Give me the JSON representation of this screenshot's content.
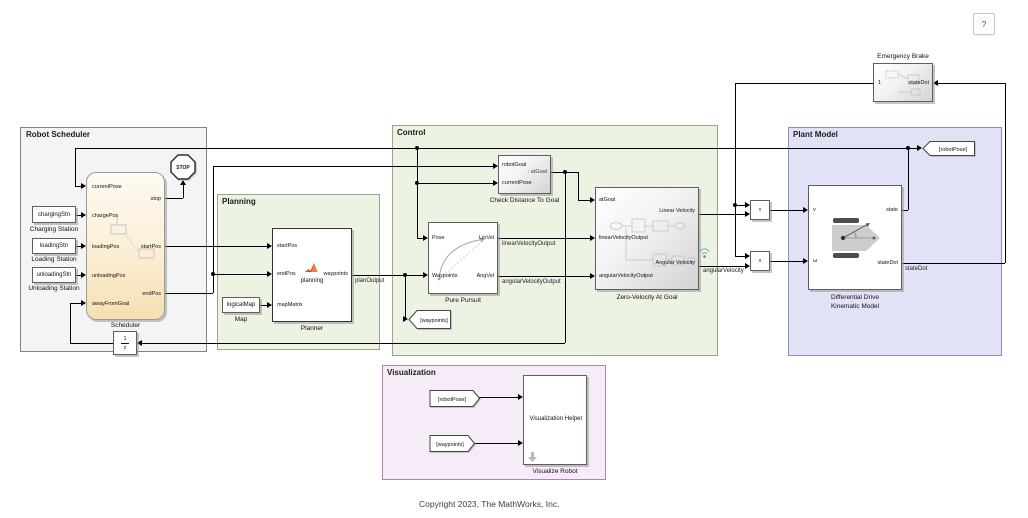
{
  "help_button": {
    "label": "?"
  },
  "copyright": "Copyright 2023, The MathWorks, Inc.",
  "regions": {
    "robot_scheduler": "Robot Scheduler",
    "planning": "Planning",
    "control": "Control",
    "plant_model": "Plant Model",
    "visualization": "Visualization"
  },
  "scheduler": {
    "label": "Scheduler",
    "in": [
      "currentPose",
      "chargePos",
      "loadingPos",
      "unloadingPos",
      "awayFromGoal"
    ],
    "out": [
      "stop",
      "startPos",
      "endPos"
    ]
  },
  "stations": {
    "charging": {
      "value": "chargingStn",
      "label": "Charging Station"
    },
    "loading": {
      "value": "loadingStn",
      "label": "Loading Station"
    },
    "unloading": {
      "value": "unloadingStn",
      "label": "Unloading Station"
    }
  },
  "stop_sign": {
    "label": "STOP"
  },
  "unit_delay": {
    "numerator": "1",
    "denominator": "z"
  },
  "map": {
    "value": "logicalMap",
    "label": "Map"
  },
  "planner": {
    "label": "Planner",
    "function": "planning",
    "in": [
      "startPos",
      "endPos",
      "mapMatrix"
    ],
    "out": [
      "waypoints"
    ]
  },
  "pure_pursuit": {
    "label": "Pure Pursuit",
    "in": [
      "Pose",
      "Waypoints"
    ],
    "out": [
      "LinVel",
      "AngVel"
    ]
  },
  "check_distance": {
    "label": "Check Distance To Goal",
    "in": [
      "robotGoal",
      "currentPose"
    ],
    "preview": ": atGoal"
  },
  "zero_velocity": {
    "label": "Zero-Velocity At Goal",
    "in": [
      "atGoal",
      "linearVelocityOutput",
      "angularVelocityOutput"
    ],
    "out": [
      "Linear Velocity",
      "Angular Velocity"
    ]
  },
  "multiply": {
    "symbol": "x"
  },
  "diff_drive": {
    "label1": "Differential Drive",
    "label2": "Kinematic Model",
    "in": [
      "v",
      "ω"
    ],
    "out": [
      "state",
      "stateDot"
    ]
  },
  "emergency_brake": {
    "label": "Emergency Brake",
    "output_port": "1",
    "input_port": "stateDot"
  },
  "tags": {
    "goto_robot_pose": "[robotPose]",
    "goto_waypoints": "[waypoints]",
    "from_robot_pose": "[robotPose]",
    "from_waypoints": "[waypoints]"
  },
  "viz_helper": {
    "title": "Visualization Helper",
    "label": "Visualize Robot"
  },
  "signals": {
    "plan_output": "planOutput",
    "linear_velocity_output": "linearVelocityOutput",
    "angular_velocity_output": "angularVelocityOutput",
    "angular_velocity": "angularVelocity",
    "state_dot": "stateDot"
  },
  "icons": {
    "viz_helper_badge": "down-arrow",
    "angular_velocity_badge": "wireless-logging",
    "planner_badge": "matlab-logo"
  }
}
